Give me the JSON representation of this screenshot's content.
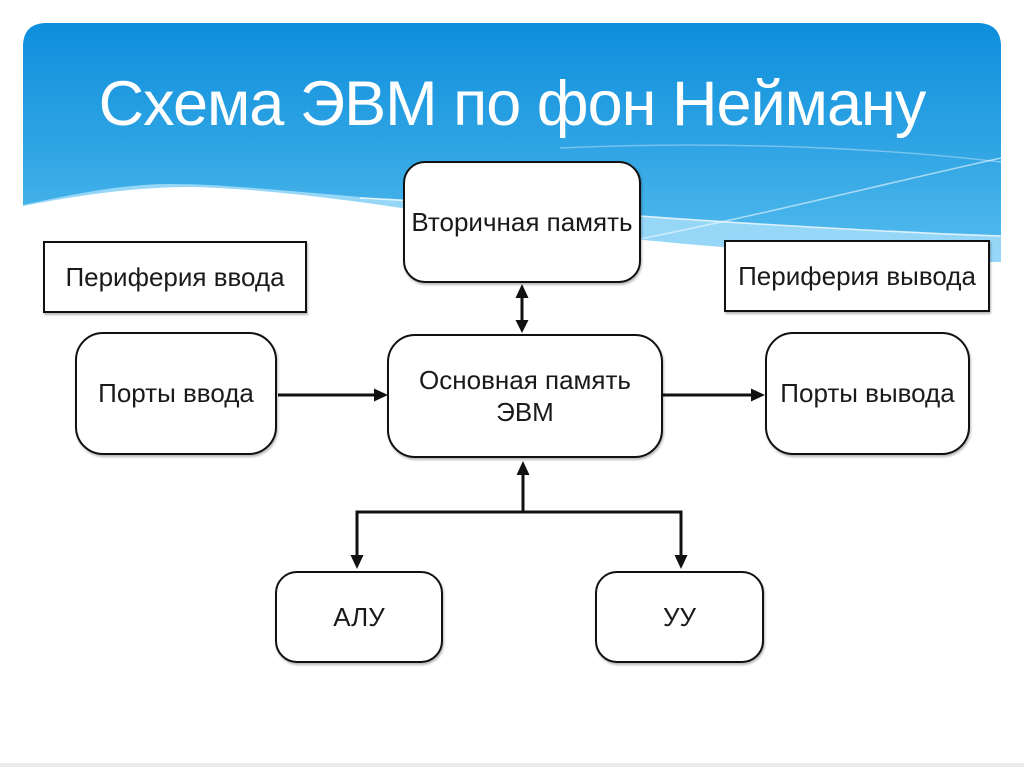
{
  "slide": {
    "title": "Схема ЭВМ по фон Нейману"
  },
  "colors": {
    "header_blue_top": "#0e8edc",
    "header_blue_mid": "#2da3e3",
    "header_blue_bottom": "#4db7ec",
    "header_light_wave": "#96d7f8",
    "box_border": "#111111",
    "box_fill": "#ffffff",
    "text": "#1a1a1a",
    "title_text": "#ffffff",
    "connector": "#111111"
  },
  "diagram": {
    "nodes": {
      "secondary_memory": {
        "label": "Вторичная память"
      },
      "peripheral_input": {
        "label": "Периферия ввода"
      },
      "peripheral_output": {
        "label": "Периферия вывода"
      },
      "input_ports": {
        "label": "Порты ввода"
      },
      "main_memory": {
        "label_line1": "Основная память",
        "label_line2": "ЭВМ"
      },
      "output_ports": {
        "label": "Порты вывода"
      },
      "alu": {
        "label": "АЛУ"
      },
      "control_unit": {
        "label": "УУ"
      }
    },
    "edges": [
      {
        "between": [
          "secondary_memory",
          "main_memory"
        ],
        "arrows": "both"
      },
      {
        "between": [
          "input_ports",
          "main_memory"
        ],
        "arrows": "to"
      },
      {
        "between": [
          "main_memory",
          "output_ports"
        ],
        "arrows": "to"
      },
      {
        "between": [
          "processor_branch",
          "main_memory"
        ],
        "arrows": "to"
      },
      {
        "between": [
          "processor_branch",
          "alu"
        ],
        "arrows": "to"
      },
      {
        "between": [
          "processor_branch",
          "control_unit"
        ],
        "arrows": "to"
      }
    ]
  }
}
